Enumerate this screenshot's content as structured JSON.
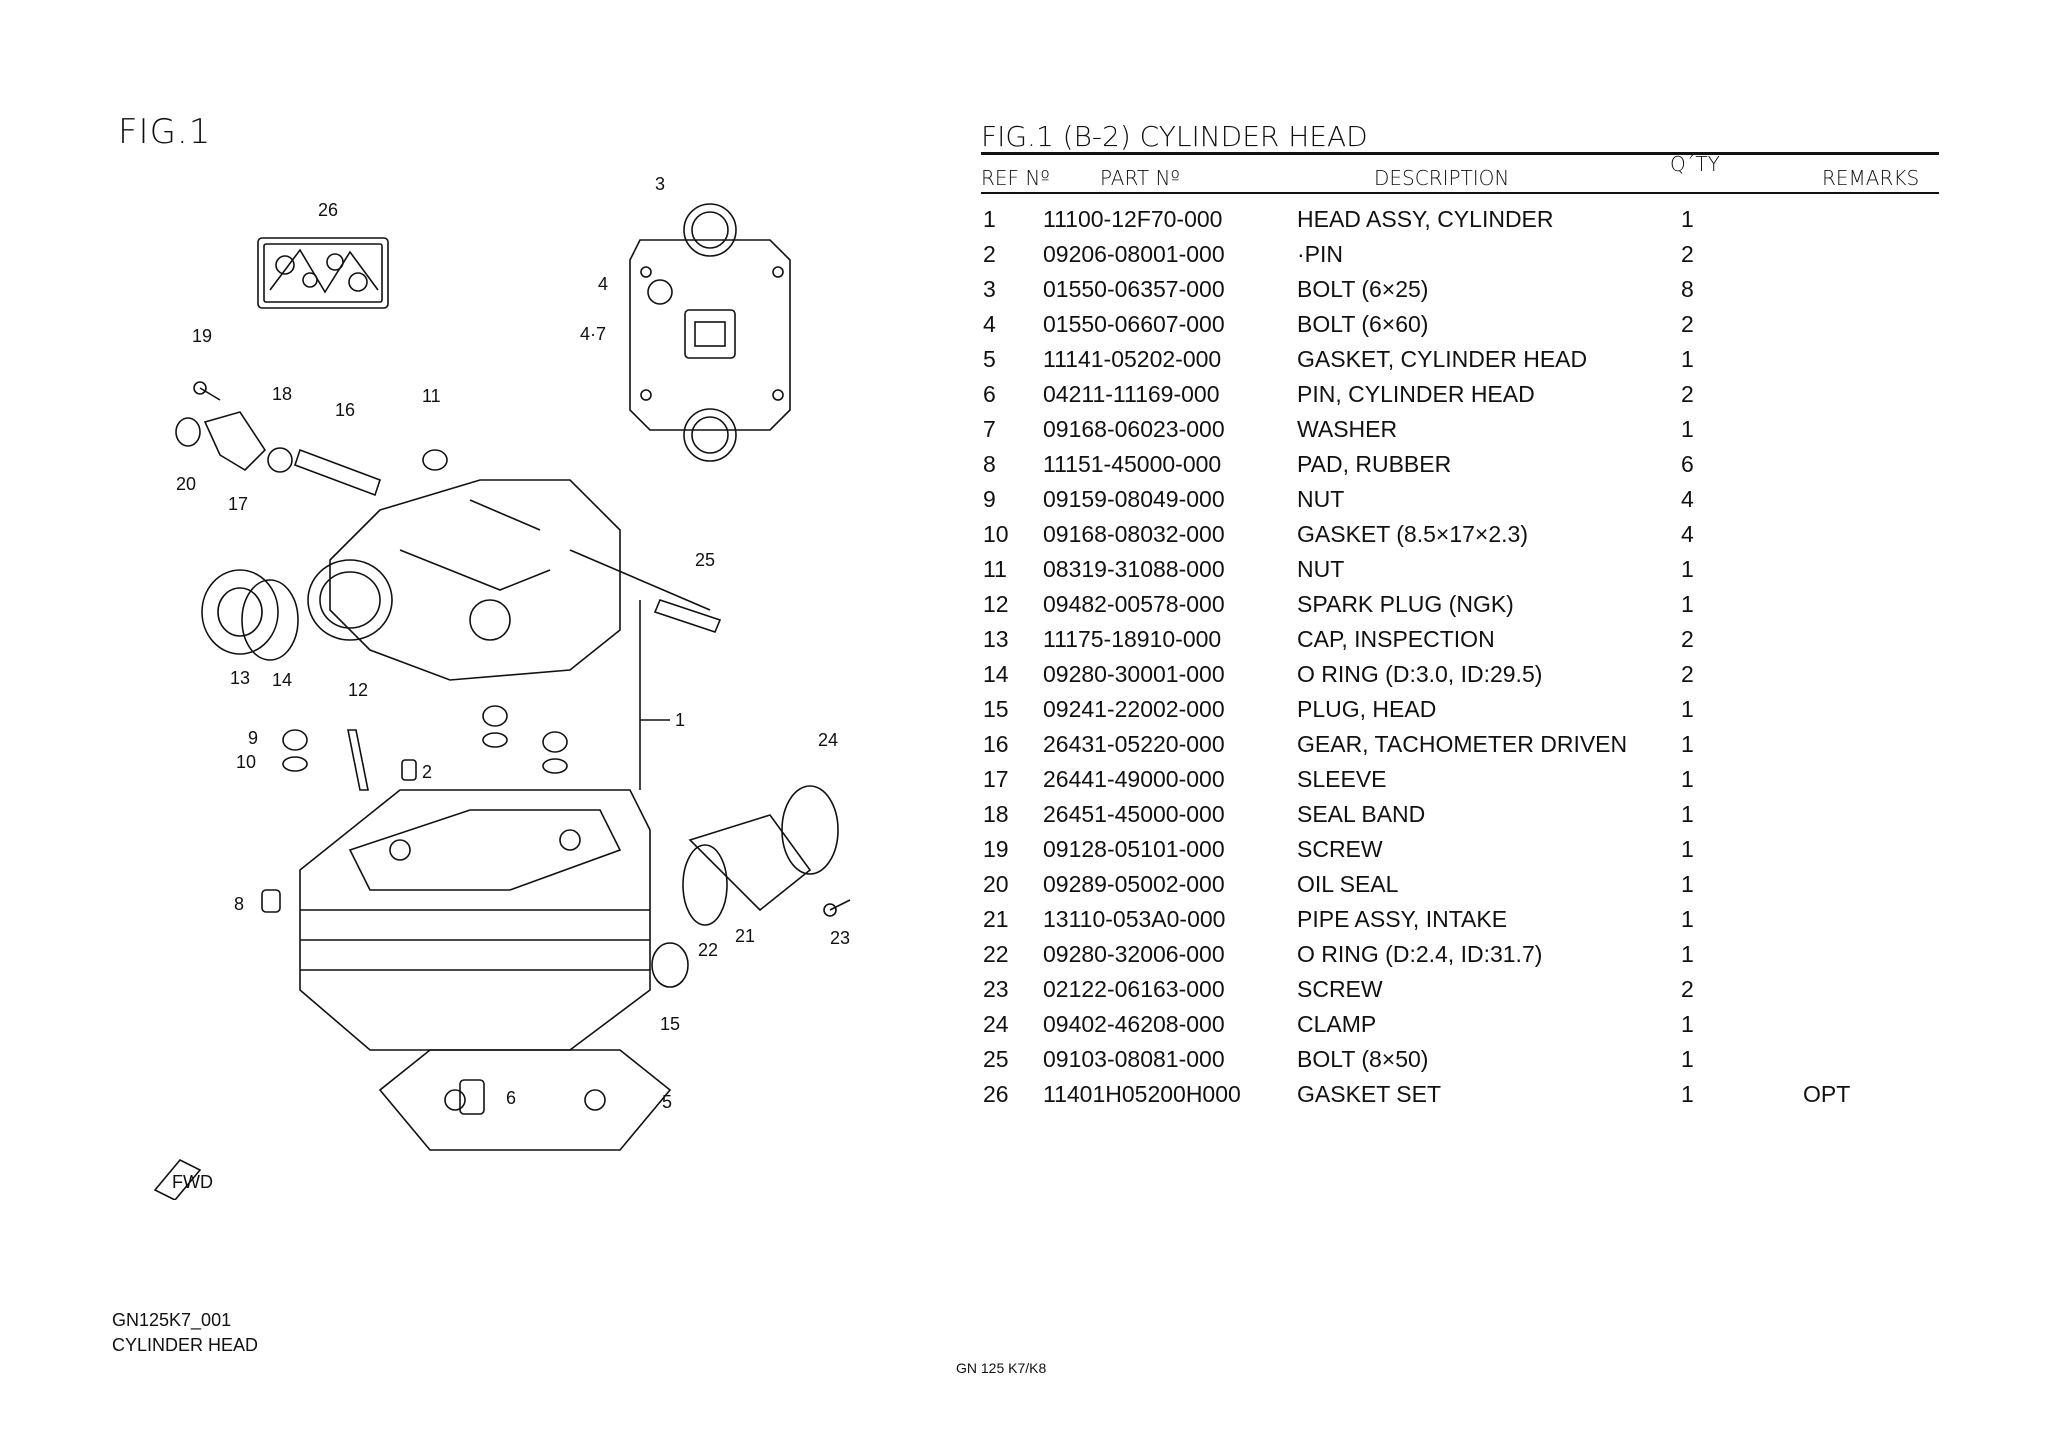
{
  "figure": {
    "label": "FIG.1",
    "callouts": [
      "26",
      "19",
      "18",
      "16",
      "11",
      "20",
      "17",
      "25",
      "13",
      "14",
      "12",
      "9",
      "10",
      "2",
      "1",
      "24",
      "8",
      "22",
      "21",
      "23",
      "15",
      "6",
      "5",
      "3",
      "4",
      "4·7"
    ],
    "fwd_label": "FWD"
  },
  "table": {
    "title": "FIG.1 (B-2) CYLINDER HEAD",
    "headers": {
      "ref": "REF Nº",
      "part": "PART Nº",
      "description": "DESCRIPTION",
      "qty": "Q´TY",
      "remarks": "REMARKS"
    },
    "rows": [
      {
        "ref": "1",
        "part": "11100-12F70-000",
        "description": "HEAD ASSY, CYLINDER",
        "qty": "1",
        "remarks": ""
      },
      {
        "ref": "2",
        "part": "09206-08001-000",
        "description": "·PIN",
        "qty": "2",
        "remarks": ""
      },
      {
        "ref": "3",
        "part": "01550-06357-000",
        "description": "BOLT (6×25)",
        "qty": "8",
        "remarks": ""
      },
      {
        "ref": "4",
        "part": "01550-06607-000",
        "description": "BOLT (6×60)",
        "qty": "2",
        "remarks": ""
      },
      {
        "ref": "5",
        "part": "11141-05202-000",
        "description": "GASKET, CYLINDER HEAD",
        "qty": "1",
        "remarks": ""
      },
      {
        "ref": "6",
        "part": "04211-11169-000",
        "description": "PIN, CYLINDER HEAD",
        "qty": "2",
        "remarks": ""
      },
      {
        "ref": "7",
        "part": "09168-06023-000",
        "description": "WASHER",
        "qty": "1",
        "remarks": ""
      },
      {
        "ref": "8",
        "part": "11151-45000-000",
        "description": "PAD, RUBBER",
        "qty": "6",
        "remarks": ""
      },
      {
        "ref": "9",
        "part": "09159-08049-000",
        "description": "NUT",
        "qty": "4",
        "remarks": ""
      },
      {
        "ref": "10",
        "part": "09168-08032-000",
        "description": "GASKET (8.5×17×2.3)",
        "qty": "4",
        "remarks": ""
      },
      {
        "ref": "11",
        "part": "08319-31088-000",
        "description": "NUT",
        "qty": "1",
        "remarks": ""
      },
      {
        "ref": "12",
        "part": "09482-00578-000",
        "description": "SPARK PLUG (NGK)",
        "qty": "1",
        "remarks": ""
      },
      {
        "ref": "13",
        "part": "11175-18910-000",
        "description": "CAP, INSPECTION",
        "qty": "2",
        "remarks": ""
      },
      {
        "ref": "14",
        "part": "09280-30001-000",
        "description": "O RING (D:3.0, ID:29.5)",
        "qty": "2",
        "remarks": ""
      },
      {
        "ref": "15",
        "part": "09241-22002-000",
        "description": "PLUG, HEAD",
        "qty": "1",
        "remarks": ""
      },
      {
        "ref": "16",
        "part": "26431-05220-000",
        "description": "GEAR, TACHOMETER DRIVEN",
        "qty": "1",
        "remarks": ""
      },
      {
        "ref": "17",
        "part": "26441-49000-000",
        "description": "SLEEVE",
        "qty": "1",
        "remarks": ""
      },
      {
        "ref": "18",
        "part": "26451-45000-000",
        "description": "SEAL BAND",
        "qty": "1",
        "remarks": ""
      },
      {
        "ref": "19",
        "part": "09128-05101-000",
        "description": "SCREW",
        "qty": "1",
        "remarks": ""
      },
      {
        "ref": "20",
        "part": "09289-05002-000",
        "description": "OIL SEAL",
        "qty": "1",
        "remarks": ""
      },
      {
        "ref": "21",
        "part": "13110-053A0-000",
        "description": "PIPE ASSY, INTAKE",
        "qty": "1",
        "remarks": ""
      },
      {
        "ref": "22",
        "part": "09280-32006-000",
        "description": "O RING (D:2.4, ID:31.7)",
        "qty": "1",
        "remarks": ""
      },
      {
        "ref": "23",
        "part": "02122-06163-000",
        "description": "SCREW",
        "qty": "2",
        "remarks": ""
      },
      {
        "ref": "24",
        "part": "09402-46208-000",
        "description": "CLAMP",
        "qty": "1",
        "remarks": ""
      },
      {
        "ref": "25",
        "part": "09103-08081-000",
        "description": "BOLT (8×50)",
        "qty": "1",
        "remarks": ""
      },
      {
        "ref": "26",
        "part": "11401H05200H000",
        "description": "GASKET SET",
        "qty": "1",
        "remarks": "OPT"
      }
    ]
  },
  "footer": {
    "code": "GN125K7_001",
    "name": "CYLINDER HEAD",
    "model": "GN 125 K7/K8"
  }
}
